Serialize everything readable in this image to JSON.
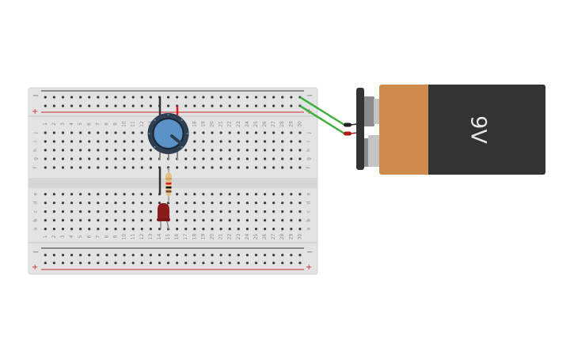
{
  "canvas": {
    "background": "#ffffff"
  },
  "breadboard": {
    "columns": 30,
    "top_rows": [
      "j",
      "i",
      "h",
      "g",
      "f"
    ],
    "bottom_rows": [
      "e",
      "d",
      "c",
      "b",
      "a"
    ],
    "rail_minus_label": "−",
    "rail_plus_label": "+",
    "colors": {
      "board": "#e3e3e3",
      "band": "#d6d6d6",
      "hole": "#3c3c3c",
      "rail_neg": "#333333",
      "rail_pos": "#c62828",
      "label": "#8a8a8a"
    }
  },
  "components": {
    "potentiometer": {
      "name": "Potentiometer",
      "pins": [
        "h13",
        "h14",
        "h15"
      ],
      "knob_color": "#5b93c9",
      "ring_color": "#2d3e50"
    },
    "resistor": {
      "name": "Resistor",
      "bands": [
        "#c9a34d",
        "#e21b1b",
        "#111111",
        "#7a4a1c"
      ],
      "body_color": "#e3c08a"
    },
    "led": {
      "name": "LED",
      "color": "#8b1c1c"
    },
    "battery": {
      "name": "9V Battery",
      "label": "9V",
      "top_color": "#d08a4e",
      "body_color": "#333333"
    }
  },
  "wires": [
    {
      "name": "pot-ground-wire",
      "color": "#333333"
    },
    {
      "name": "pot-power-wire",
      "color": "#e21b1b"
    },
    {
      "name": "led-ground-wire",
      "color": "#333333"
    },
    {
      "name": "battery-negative-wire",
      "color": "#3fae3f"
    },
    {
      "name": "battery-positive-wire",
      "color": "#3fae3f"
    }
  ]
}
